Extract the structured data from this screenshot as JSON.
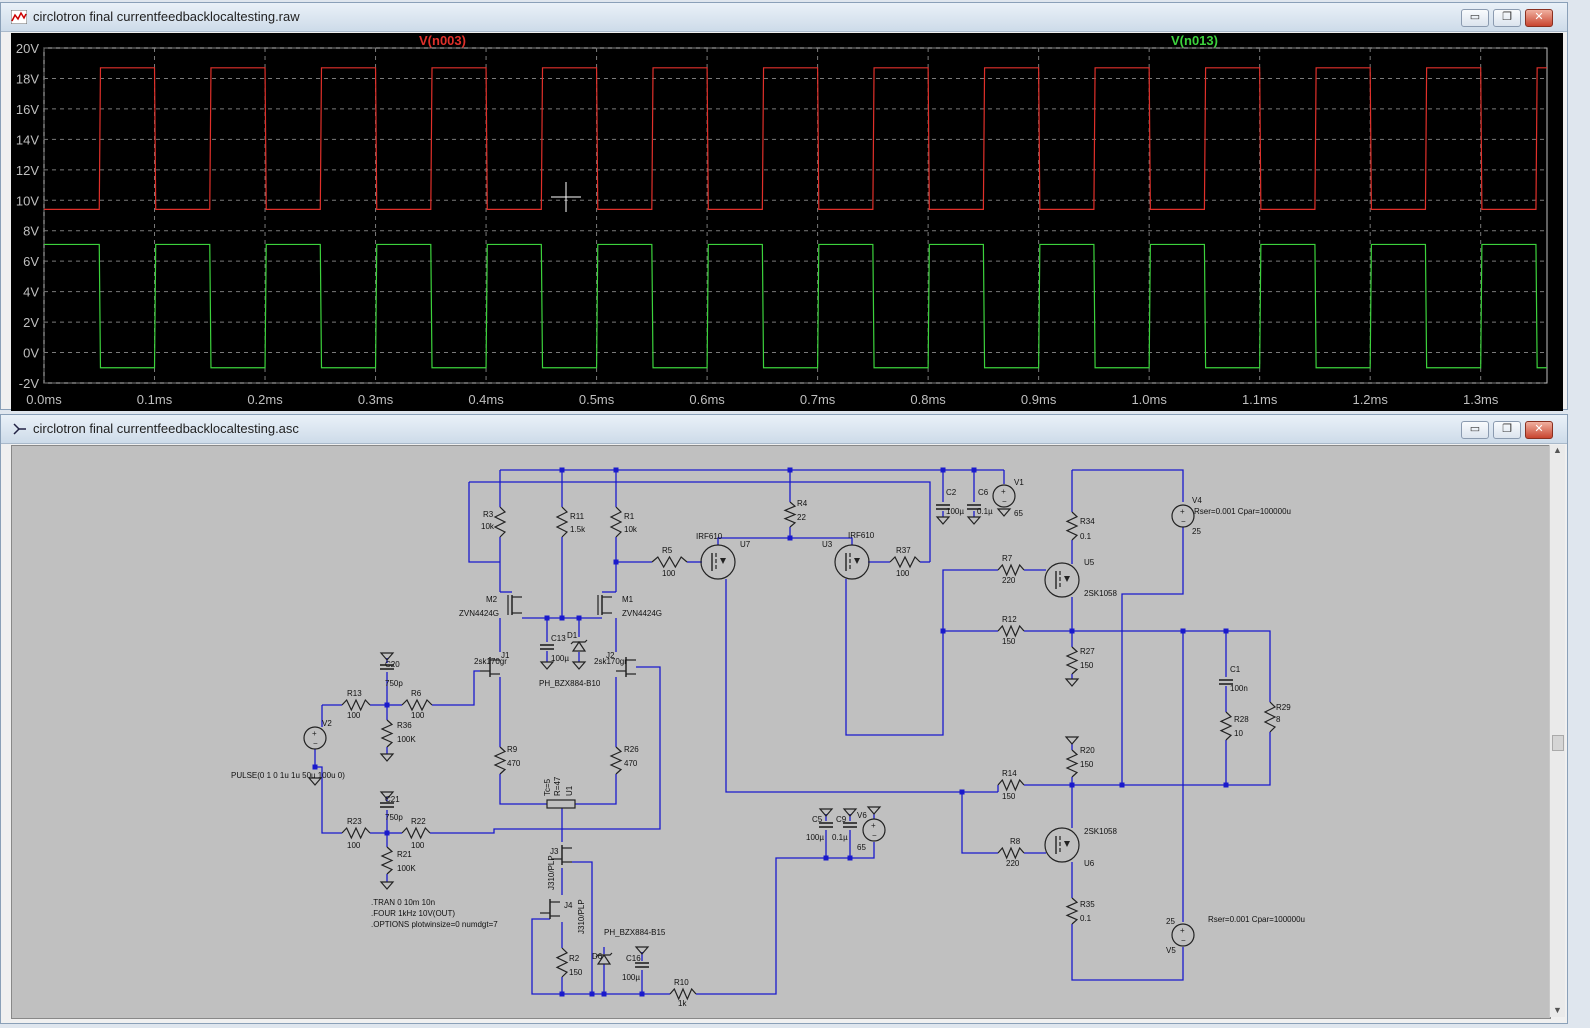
{
  "waveform_window": {
    "title": "circlotron final currentfeedbacklocaltesting.raw",
    "buttons": {
      "minimize": "▭",
      "restore": "❐",
      "close": "✕"
    }
  },
  "schematic_window": {
    "title": "circlotron final currentfeedbacklocaltesting.asc",
    "buttons": {
      "minimize": "▭",
      "restore": "❐",
      "close": "✕"
    }
  },
  "colors": {
    "trace1": "#e0302a",
    "trace2": "#3cd23c",
    "axis": "#bfbfbf",
    "wire": "#1a1acc",
    "component": "#222222"
  },
  "chart_data": {
    "type": "line",
    "x_ticks": [
      "0.0ms",
      "0.1ms",
      "0.2ms",
      "0.3ms",
      "0.4ms",
      "0.5ms",
      "0.6ms",
      "0.7ms",
      "0.8ms",
      "0.9ms",
      "1.0ms",
      "1.1ms",
      "1.2ms",
      "1.3ms"
    ],
    "y_ticks": [
      "20V",
      "18V",
      "16V",
      "14V",
      "12V",
      "10V",
      "8V",
      "6V",
      "4V",
      "2V",
      "0V",
      "-2V"
    ],
    "xlim_ms": [
      0,
      1.36
    ],
    "ylim_v": [
      -2,
      20
    ],
    "grid": true,
    "period_ms": 0.1,
    "series": [
      {
        "name": "V(n003)",
        "high_v": 18.7,
        "low_v": 9.4,
        "start_level": "low",
        "first_rise_ms": 0.05
      },
      {
        "name": "V(n013)",
        "high_v": 7.1,
        "low_v": -1.0,
        "start_level": "high",
        "first_fall_ms": 0.05
      }
    ]
  },
  "schematic": {
    "labels": {
      "R3": "R3",
      "R3v": "10k",
      "R11": "R11",
      "R11v": "1.5k",
      "R1": "R1",
      "R1v": "10k",
      "R4": "R4",
      "R4v": "22",
      "R5": "R5",
      "R5v": "100",
      "R37": "R37",
      "R37v": "100",
      "U7": "U7",
      "U7m": "IRF610",
      "U3": "U3",
      "U3m": "IRF610",
      "C2": "C2",
      "C2v": "100µ",
      "C6": "C6",
      "C6v": "0.1µ",
      "V1": "V1",
      "V1v": "65",
      "R34": "R34",
      "R34v": "0.1",
      "V4": "V4",
      "V4v": "25",
      "V4p": "Rser=0.001 Cpar=100000u",
      "U5": "U5",
      "U5m": "2SK1058",
      "R7": "R7",
      "R7v": "220",
      "R12": "R12",
      "R12v": "150",
      "R27": "R27",
      "R27v": "150",
      "C1": "C1",
      "C1v": "100n",
      "R28": "R28",
      "R28v": "10",
      "R29": "R29",
      "R29v": "8",
      "R20": "R20",
      "R20v": "150",
      "R14": "R14",
      "R14v": "150",
      "R8": "R8",
      "R8v": "220",
      "U6": "U6",
      "U6m": "2SK1058",
      "R35": "R35",
      "R35v": "0.1",
      "V5": "V5",
      "V5v": "25",
      "V5p": "Rser=0.001 Cpar=100000u",
      "M2": "M2",
      "M2m": "ZVN4424G",
      "M1": "M1",
      "M1m": "ZVN4424G",
      "C13": "C13",
      "C13v": "100µ",
      "D1": "D1",
      "D1m": "PH_BZX884-B10",
      "J1": "J1",
      "J1m": "2sk170gr",
      "J2": "J2",
      "J2m": "2sk170gr",
      "C20": "C20",
      "C20v": "750p",
      "R13": "R13",
      "R13v": "100",
      "R6": "R6",
      "R6v": "100",
      "R36": "R36",
      "R36v": "100K",
      "V2": "V2",
      "V2p": "PULSE(0 1 0 1u 1u 50u 100u 0)",
      "R9": "R9",
      "R9v": "470",
      "R26": "R26",
      "R26v": "470",
      "U1": "U1",
      "U1p": "Tc=5",
      "U1r": "R=47",
      "C21": "C21",
      "C21v": "750p",
      "R23": "R23",
      "R23v": "100",
      "R22": "R22",
      "R22v": "100",
      "R21": "R21",
      "R21v": "100K",
      "J3": "J3",
      "J3m": "J310/PLP",
      "J4": "J4",
      "J4m": "J310/PLP",
      "R2": "R2",
      "R2v": "150",
      "D6": "D6",
      "D6m": "PH_BZX884-B15",
      "C16": "C16",
      "C16v": "100µ",
      "R10": "R10",
      "R10v": "1k",
      "C5": "C5",
      "C5v": "100µ",
      "C9": "C9",
      "C9v": "0.1µ",
      "V6": "V6",
      "V6v": "65"
    },
    "directives": [
      ".TRAN 0 10m 10n",
      ".FOUR 1kHz 10V(OUT)",
      ".OPTIONS plotwinsize=0 numdgt=7"
    ]
  }
}
